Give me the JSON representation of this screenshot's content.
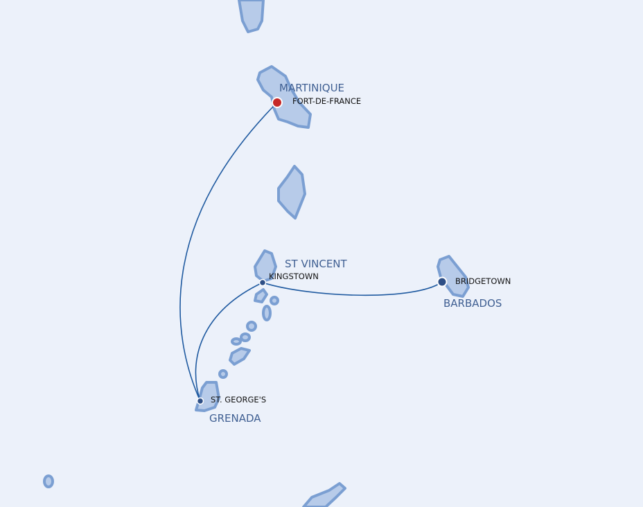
{
  "colors": {
    "sea": "#ecf1fa",
    "land": "#b7cbe9",
    "coast": "#7b9fd2",
    "route": "#1f5aa0",
    "start_port": "#c62828",
    "port": "#2e4f86"
  },
  "islands": [
    {
      "label": "MARTINIQUE"
    },
    {
      "label": "ST VINCENT"
    },
    {
      "label": "BARBADOS"
    },
    {
      "label": "GRENADA"
    }
  ],
  "ports": [
    {
      "name": "FORT-DE-FRANCE",
      "type": "start"
    },
    {
      "name": "KINGSTOWN",
      "type": "stop"
    },
    {
      "name": "BRIDGETOWN",
      "type": "stop"
    },
    {
      "name": "ST. GEORGE'S",
      "type": "stop"
    }
  ]
}
